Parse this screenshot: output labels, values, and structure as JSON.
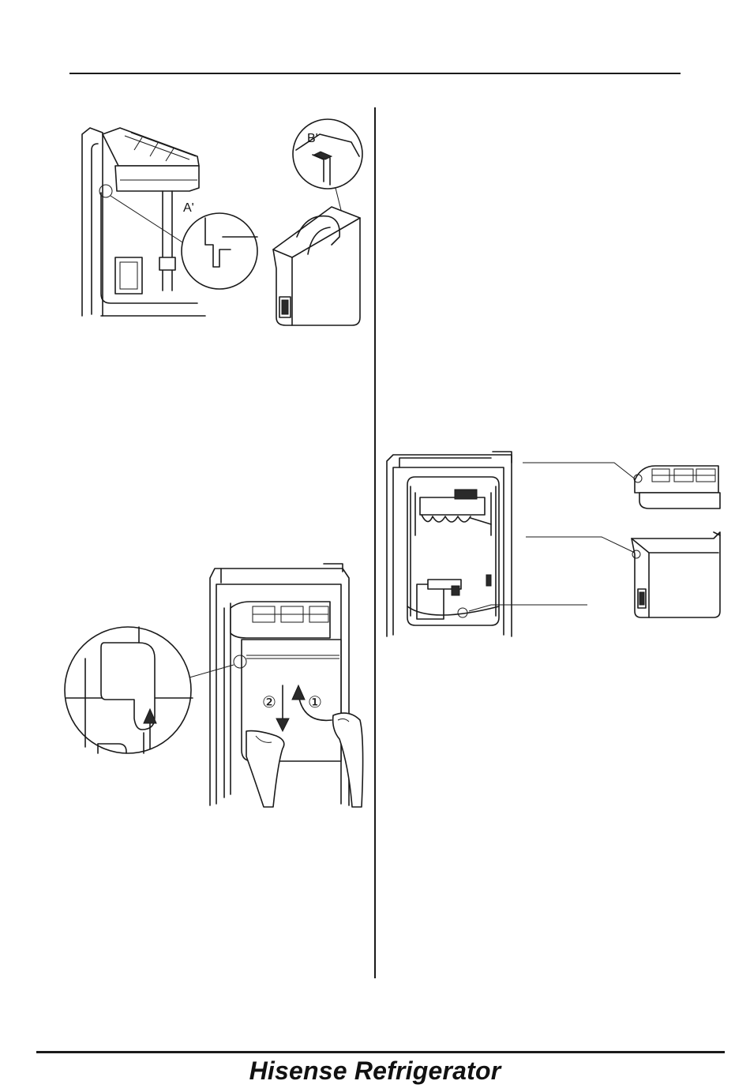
{
  "labels": {
    "a_prime": "A'",
    "b_prime": "B'",
    "step_two": "②",
    "step_one": "①"
  },
  "footer": {
    "brand": "Hisense Refrigerator"
  },
  "icons": {
    "arrow": "up-arrow-icon"
  }
}
